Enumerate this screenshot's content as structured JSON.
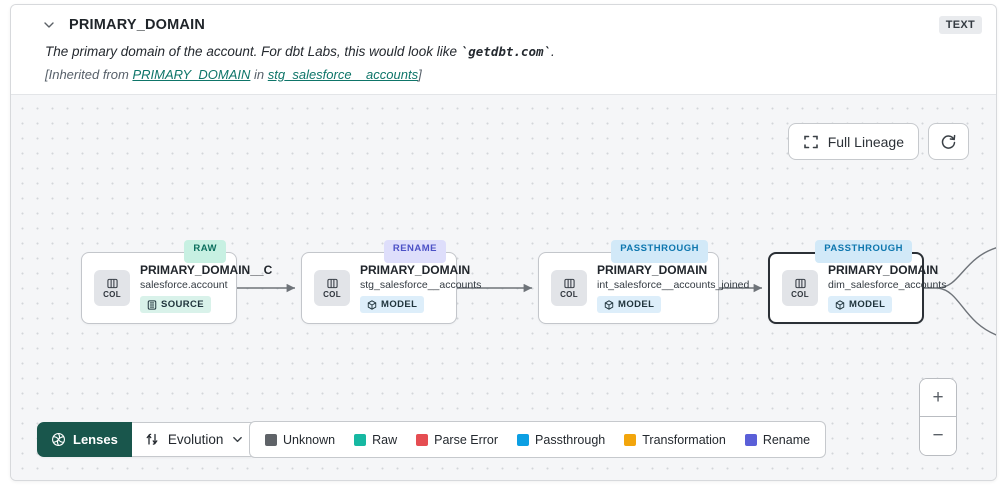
{
  "header": {
    "title": "PRIMARY_DOMAIN",
    "type_badge": "TEXT",
    "description_text": "The primary domain of the account. For dbt Labs, this would look like ",
    "description_code": "`getdbt.com`",
    "description_suffix": ".",
    "inherited_prefix": "[Inherited from ",
    "inherited_column_link": "PRIMARY_DOMAIN",
    "inherited_middle": " in ",
    "inherited_model_link": "stg_salesforce__accounts",
    "inherited_suffix": "]"
  },
  "toolbar": {
    "full_lineage_label": "Full Lineage"
  },
  "nodes": [
    {
      "badge": "RAW",
      "title": "PRIMARY_DOMAIN__C",
      "subtitle": "salesforce.account",
      "col_label": "COL",
      "resource": "SOURCE",
      "selected": false
    },
    {
      "badge": "RENAME",
      "title": "PRIMARY_DOMAIN",
      "subtitle": "stg_salesforce__accounts",
      "col_label": "COL",
      "resource": "MODEL",
      "selected": false
    },
    {
      "badge": "PASSTHROUGH",
      "title": "PRIMARY_DOMAIN",
      "subtitle": "int_salesforce__accounts_joined",
      "col_label": "COL",
      "resource": "MODEL",
      "selected": false
    },
    {
      "badge": "PASSTHROUGH",
      "title": "PRIMARY_DOMAIN",
      "subtitle": "dim_salesforce_accounts",
      "col_label": "COL",
      "resource": "MODEL",
      "selected": true
    }
  ],
  "controls": {
    "lenses_label": "Lenses",
    "lens_selected": "Evolution",
    "zoom_in": "+",
    "zoom_out": "−"
  },
  "legend": {
    "items": [
      {
        "label": "Unknown",
        "color": "#5f6368"
      },
      {
        "label": "Raw",
        "color": "#17b8a2"
      },
      {
        "label": "Parse Error",
        "color": "#e54d52"
      },
      {
        "label": "Passthrough",
        "color": "#0c9fe3"
      },
      {
        "label": "Transformation",
        "color": "#f2a50c"
      },
      {
        "label": "Rename",
        "color": "#5a5fd8"
      }
    ]
  }
}
